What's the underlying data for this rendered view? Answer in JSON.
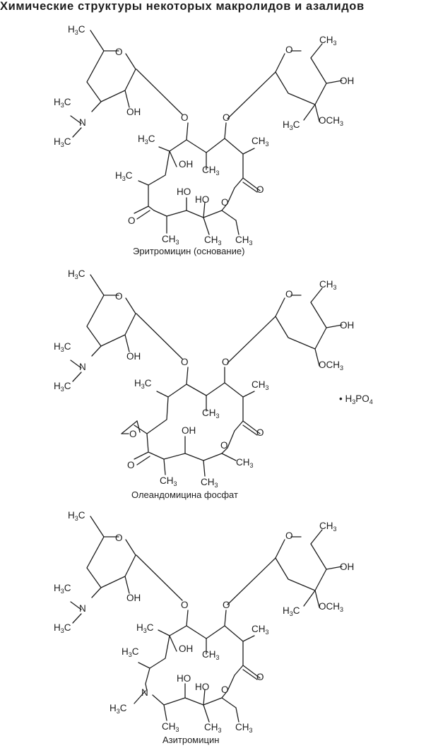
{
  "title": "Химические структуры некоторых макролидов и азалидов",
  "structures": [
    {
      "caption": "Эритромицин (основание)",
      "labels": {
        "ch3": "CH",
        "h3c": "H",
        "c3": "C",
        "sub3": "3",
        "o": "O",
        "oh": "OH",
        "ho": "HO",
        "n": "N",
        "och3": "OCH"
      }
    },
    {
      "caption": "Олеандомицина фосфат",
      "salt": "• H",
      "salt_p": "PO",
      "salt_sub3": "3",
      "salt_sub4": "4"
    },
    {
      "caption": "Азитромицин"
    }
  ],
  "bond_color": "#1e1e1e"
}
